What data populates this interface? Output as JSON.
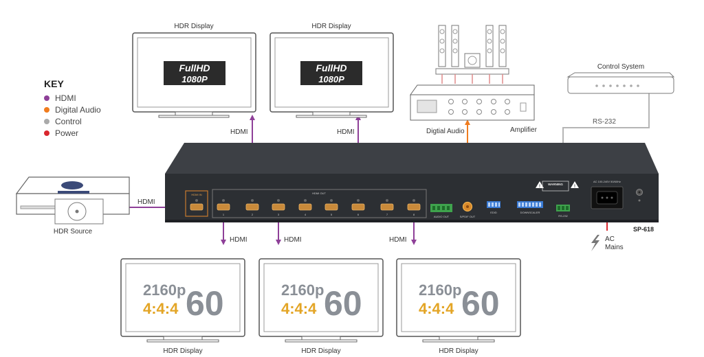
{
  "colors": {
    "hdmi": "#8e3f98",
    "digital_audio": "#f07c1e",
    "control": "#aaaaaa",
    "power": "#d9272e",
    "unit_body": "#2c2f33"
  },
  "key": {
    "title": "KEY",
    "items": [
      {
        "label": "HDMI",
        "color": "#8e3f98"
      },
      {
        "label": "Digital Audio",
        "color": "#f07c1e"
      },
      {
        "label": "Control",
        "color": "#aaaaaa"
      },
      {
        "label": "Power",
        "color": "#d9272e"
      }
    ]
  },
  "top_displays": [
    {
      "label": "HDR Display",
      "brand": "FullHD",
      "res": "1080P",
      "link": "HDMI"
    },
    {
      "label": "HDR Display",
      "brand": "FullHD",
      "res": "1080P",
      "link": "HDMI"
    }
  ],
  "bottom_displays": [
    {
      "label": "HDR Display",
      "res": "2160p",
      "chroma": "4:4:4",
      "fps": "60",
      "link": "HDMI"
    },
    {
      "label": "HDR Display",
      "res": "2160p",
      "chroma": "4:4:4",
      "fps": "60",
      "link": "HDMI"
    },
    {
      "label": "HDR Display",
      "res": "2160p",
      "chroma": "4:4:4",
      "fps": "60",
      "link": "HDMI"
    }
  ],
  "source": {
    "label": "HDR Source",
    "link": "HDMI"
  },
  "amplifier": {
    "label": "Amplifier",
    "link": "Digtial Audio"
  },
  "control_system": {
    "label": "Control System",
    "link": "RS-232"
  },
  "power": {
    "label_line1": "AC",
    "label_line2": "Mains"
  },
  "unit": {
    "model": "SP-618",
    "hdmi_in": "HDMI IN",
    "hdmi_out": "HDMI OUT",
    "port_numbers": [
      "1",
      "2",
      "3",
      "4",
      "5",
      "6",
      "7",
      "8"
    ],
    "audio_out": "AUDIO OUT",
    "spdif_out": "S/PDIF OUT",
    "edid": "EDID",
    "downscaler": "DOWNSCALER",
    "rs232": "RS-232",
    "warning": "WARNING",
    "power_rating": "AC 100-240V 50/60Hz"
  }
}
